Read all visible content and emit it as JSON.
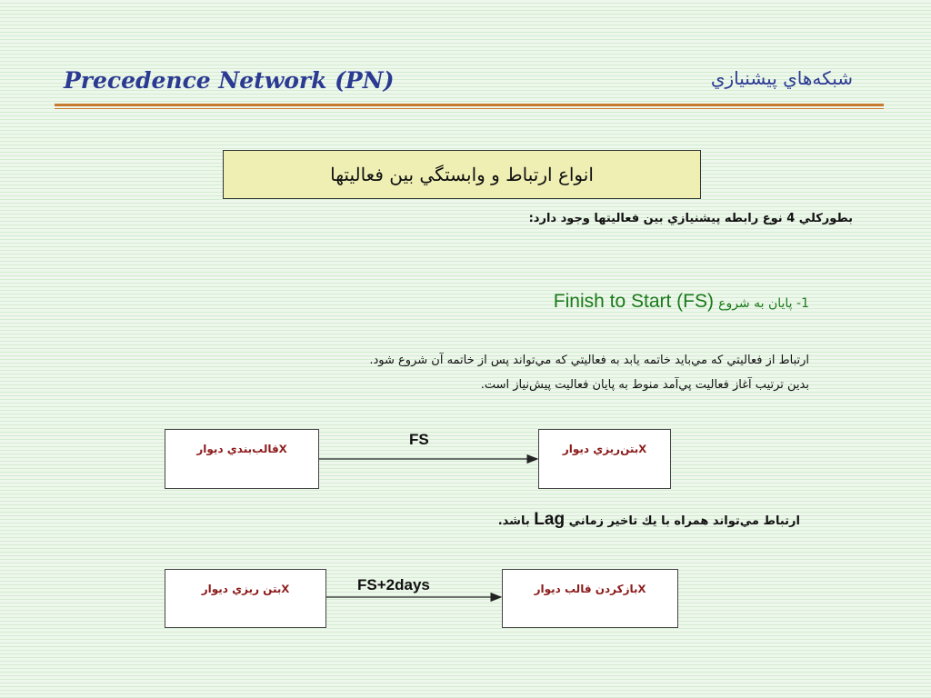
{
  "header": {
    "title_en": "Precedence Network (PN)",
    "title_fa": "شبكه‌هاي پيشنيازي"
  },
  "heading": {
    "text": "انواع ارتباط و وابستگي بين فعاليتها"
  },
  "intro": {
    "text": "بطوركلي 4 نوع رابطه پيشنيازي بين فعاليتها وجود دارد:"
  },
  "section": {
    "title_fa": "1- پايان به شروع",
    "title_en": "Finish to Start (FS)"
  },
  "paragraphs": [
    "ارتباط از فعاليتي كه مي‌بايد خاتمه يابد به فعاليتي كه مي‌تواند پس از خاتمه آن شروع شود.",
    "بدين ترتيب آغاز فعاليت پي‌آمد منوط به پايان فعاليت پيش‌نياز است."
  ],
  "diagram_1": {
    "from": {
      "label": "قالب‌بندي ديوار",
      "var": "x"
    },
    "to": {
      "label": "بتن‌ريزي ديوار",
      "var": "x"
    },
    "link": "FS"
  },
  "lag_note": {
    "before": "ارتباط مي‌تواند همراه با يك تاخير زماني",
    "term": "Lag",
    "after": "باشد."
  },
  "diagram_2": {
    "from": {
      "label": "بتن ريزي ديوار",
      "var": "x"
    },
    "to": {
      "label": "بازكردن قالب ديوار",
      "var": "x"
    },
    "link": "FS+2days"
  },
  "colors": {
    "title": "#2b3a92",
    "rule": "#c87a2e",
    "heading_fill": "#efefb4",
    "section_green": "#1a7a1a",
    "box_label": "#8b1a1a"
  }
}
